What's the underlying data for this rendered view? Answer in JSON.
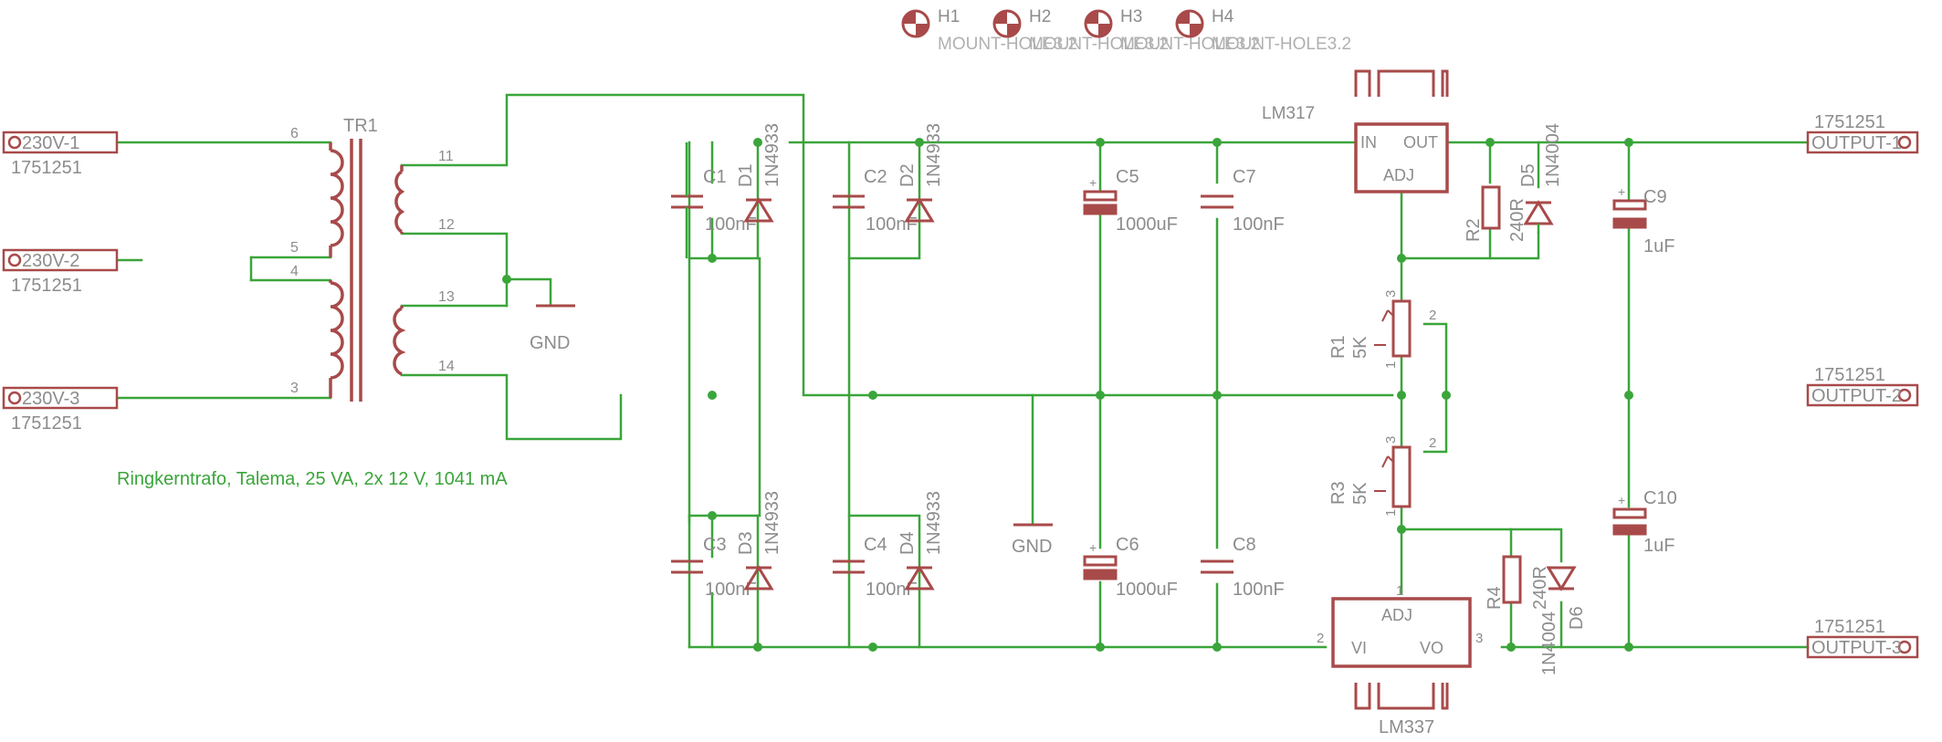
{
  "colors": {
    "wire": "#3aa53a",
    "part": "#a84a4a",
    "label": "#8c8c8c",
    "note": "#3aa53a"
  },
  "holes": {
    "h1": {
      "name": "H1",
      "value": "MOUNT-HOLE3.2"
    },
    "h2": {
      "name": "H2",
      "value": "MOUNT-HOLE3.2"
    },
    "h3": {
      "name": "H3",
      "value": "MOUNT-HOLE3.2"
    },
    "h4": {
      "name": "H4",
      "value": "MOUNT-HOLE3.2"
    }
  },
  "connectors": {
    "in1": {
      "label": "230V-1",
      "value": "1751251"
    },
    "in2": {
      "label": "230V-2",
      "value": "1751251"
    },
    "in3": {
      "label": "230V-3",
      "value": "1751251"
    },
    "out1": {
      "label": "OUTPUT-1",
      "value": "1751251"
    },
    "out2": {
      "label": "OUTPUT-2",
      "value": "1751251"
    },
    "out3": {
      "label": "OUTPUT-3",
      "value": "1751251"
    }
  },
  "transformer": {
    "name": "TR1",
    "pins": {
      "p6": "6",
      "p5": "5",
      "p4": "4",
      "p3": "3",
      "p11": "11",
      "p12": "12",
      "p13": "13",
      "p14": "14"
    },
    "note": "Ringkerntrafo, Talema, 25 VA, 2x 12 V, 1041 mA"
  },
  "gnd": {
    "g1": "GND",
    "g2": "GND"
  },
  "diodes": {
    "d1": {
      "name": "D1",
      "value": "1N4933"
    },
    "d2": {
      "name": "D2",
      "value": "1N4933"
    },
    "d3": {
      "name": "D3",
      "value": "1N4933"
    },
    "d4": {
      "name": "D4",
      "value": "1N4933"
    },
    "d5": {
      "name": "D5",
      "value": "1N4004"
    },
    "d6": {
      "name": "D6",
      "value": "1N4004"
    }
  },
  "capacitors": {
    "c1": {
      "name": "C1",
      "value": "100nF"
    },
    "c2": {
      "name": "C2",
      "value": "100nF"
    },
    "c3": {
      "name": "C3",
      "value": "100nF"
    },
    "c4": {
      "name": "C4",
      "value": "100nF"
    },
    "c5": {
      "name": "C5",
      "value": "1000uF"
    },
    "c6": {
      "name": "C6",
      "value": "1000uF"
    },
    "c7": {
      "name": "C7",
      "value": "100nF"
    },
    "c8": {
      "name": "C8",
      "value": "100nF"
    },
    "c9": {
      "name": "C9",
      "value": "1uF"
    },
    "c10": {
      "name": "C10",
      "value": "1uF"
    }
  },
  "resistors": {
    "r2": {
      "name": "R2",
      "value": "240R"
    },
    "r4": {
      "name": "R4",
      "value": "240R"
    }
  },
  "pots": {
    "r1": {
      "name": "R1",
      "value": "5K",
      "pin1": "1",
      "pin2": "2",
      "pin3": "3"
    },
    "r3": {
      "name": "R3",
      "value": "5K",
      "pin1": "1",
      "pin2": "2",
      "pin3": "3"
    }
  },
  "regulators": {
    "lm317": {
      "name": "LM317",
      "in": "IN",
      "out": "OUT",
      "adj": "ADJ"
    },
    "lm337": {
      "name": "LM337",
      "adj": "ADJ",
      "vi": "VI",
      "vo": "VO",
      "pin1": "1",
      "pin2": "2",
      "pin3": "3"
    }
  }
}
